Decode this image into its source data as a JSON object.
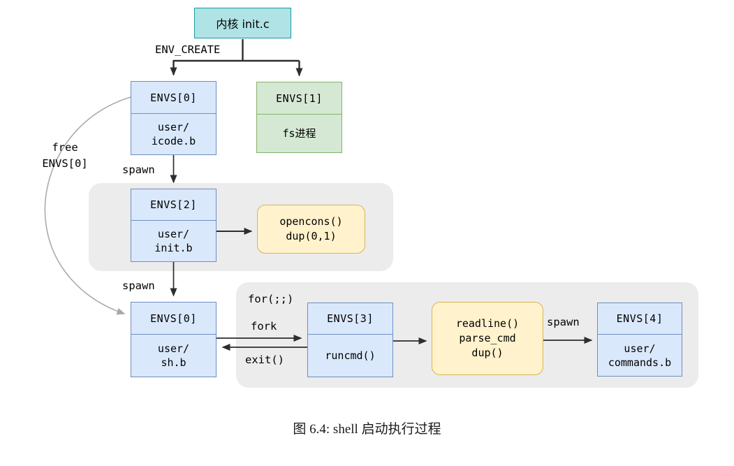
{
  "kernel_box": {
    "label": "内核 init.c"
  },
  "labels": {
    "env_create": "ENV_CREATE",
    "free": "free\nENVS[0]",
    "spawn_1": "spawn",
    "spawn_2": "spawn",
    "spawn_3": "spawn",
    "for_loop": "for(;;)",
    "fork": "fork",
    "exit": "exit()"
  },
  "boxes": {
    "envs0_top": {
      "header": "ENVS[0]",
      "body": "user/\nicode.b"
    },
    "envs1": {
      "header": "ENVS[1]",
      "body": "fs进程"
    },
    "envs2": {
      "header": "ENVS[2]",
      "body": "user/\ninit.b"
    },
    "envs0_bottom": {
      "header": "ENVS[0]",
      "body": "user/\nsh.b"
    },
    "envs3": {
      "header": "ENVS[3]",
      "body": "runcmd()"
    },
    "envs4": {
      "header": "ENVS[4]",
      "body": "user/\ncommands.b"
    }
  },
  "callouts": {
    "opencons": "opencons()\ndup(0,1)",
    "readline": "readline()\nparse_cmd\ndup()"
  },
  "caption": "图 6.4: shell 启动执行过程",
  "colors": {
    "process_fill": "#dae8fc",
    "process_stroke": "#6c8ebf",
    "fs_fill": "#d5e8d4",
    "fs_stroke": "#82b366",
    "callout_fill": "#fff2cc",
    "callout_stroke": "#d6b656",
    "kernel_fill": "#b0e3e6",
    "kernel_stroke": "#189aa1",
    "group_fill": "#ececec",
    "arrow": "#2d2d2d",
    "free_arrow": "#a8a8a8"
  }
}
